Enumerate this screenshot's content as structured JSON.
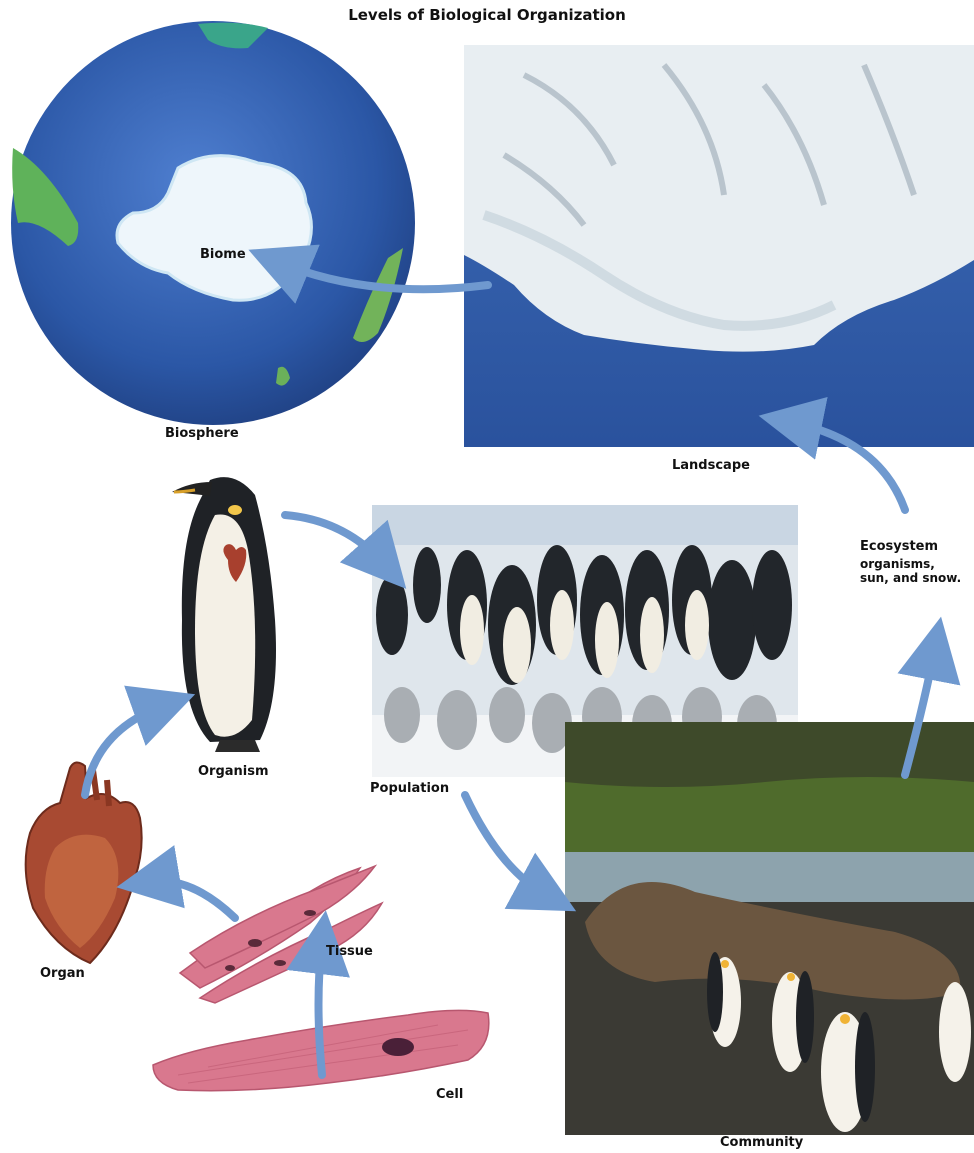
{
  "title": "Levels of Biological Organization",
  "labels": {
    "biome": "Biome",
    "biosphere": "Biosphere",
    "landscape": "Landscape",
    "ecosystem": "Ecosystem",
    "ecosystem_desc_1": "organisms,",
    "ecosystem_desc_2": "sun, and snow.",
    "organism": "Organism",
    "population": "Population",
    "organ": "Organ",
    "tissue": "Tissue",
    "cell": "Cell",
    "community": "Community"
  },
  "colors": {
    "arrow": "#6f99cf",
    "ocean": "#2f57a7",
    "ice": "#eef3f6",
    "tissue": "#d9788e",
    "heart": "#a84a32"
  },
  "icons": [
    "globe-illustration",
    "antarctic-coast-photo",
    "penguin-illustration",
    "penguin-colony-photo",
    "seal-and-penguins-photo",
    "heart-illustration",
    "muscle-tissue-illustration",
    "muscle-cell-illustration"
  ]
}
